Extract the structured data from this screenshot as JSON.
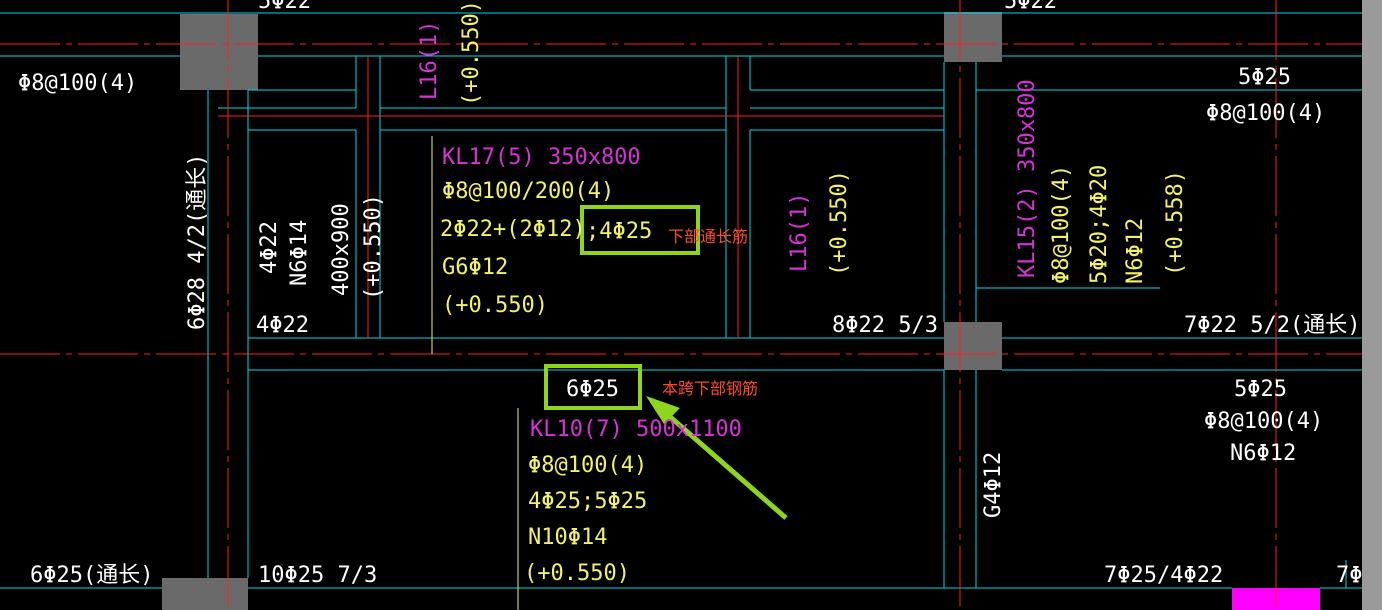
{
  "colors": {
    "background": "#000000",
    "beam_line": "#00d7e6",
    "axis_line": "#ff2020",
    "text_white": "#ffffff",
    "text_yellow": "#f2f26a",
    "text_magenta": "#d732d7",
    "callout_green": "#8ed61e",
    "note_red": "#ff4a2a",
    "column_gray": "#6a6a6a",
    "edge_gray": "#9a9a9a",
    "marker_magenta": "#ff00ff"
  },
  "labels": {
    "top_left_cut": "5Φ22",
    "top_right_cut": "5Φ22",
    "left_stirrup": "Φ8@100(4)",
    "right_top": "5Φ25",
    "right_stirrup": "Φ8@100(4)",
    "left_vertical": "6Φ28 4/2(通长)",
    "mid_left_vertical_1": "4Φ22",
    "mid_left_vertical_2": "N6Φ14",
    "mid_left_vertical_3": "400x900",
    "mid_left_vertical_4": "(+0.550)",
    "mid_left_bottom": "4Φ22",
    "l16_top_1": "L16(1)",
    "l16_top_2": "(+0.550)",
    "l16_mid_1": "L16(1)",
    "l16_mid_2": "(+0.550)",
    "kl17_title": "KL17(5) 350x800",
    "kl17_stirrup": "Φ8@100/200(4)",
    "kl17_rebar_a": "2Φ22+(2Φ12)",
    "kl17_rebar_b": ";4Φ25",
    "kl17_side": "G6Φ12",
    "kl17_elev": "(+0.550)",
    "mid_bottom_rebar": "8Φ22 5/3",
    "kl15_1": "KL15(2) 350x800",
    "kl15_2": "Φ8@100(4)",
    "kl15_3": "5Φ20;4Φ20",
    "kl15_4": "N6Φ12",
    "kl15_5": "(+0.558)",
    "right_mid_rebar": "7Φ22 5/2(通长)",
    "span_bottom": "6Φ25",
    "kl10_title": "KL10(7) 500x1100",
    "kl10_stirrup": "Φ8@100(4)",
    "kl10_rebar": "4Φ25;5Φ25",
    "kl10_side": "N10Φ14",
    "kl10_elev": "(+0.550)",
    "right_low_1": "5Φ25",
    "right_low_2": "Φ8@100(4)",
    "right_low_3": "N6Φ12",
    "g4_vertical": "G4Φ12",
    "bottom_left": "6Φ25(通长)",
    "bottom_mid": "10Φ25 7/3",
    "bottom_right": "7Φ25/4Φ22",
    "bottom_right_cut": "7Φ"
  },
  "annotations": {
    "bottom_through": "下部通长筋",
    "span_bottom": "本跨下部钢筋"
  }
}
